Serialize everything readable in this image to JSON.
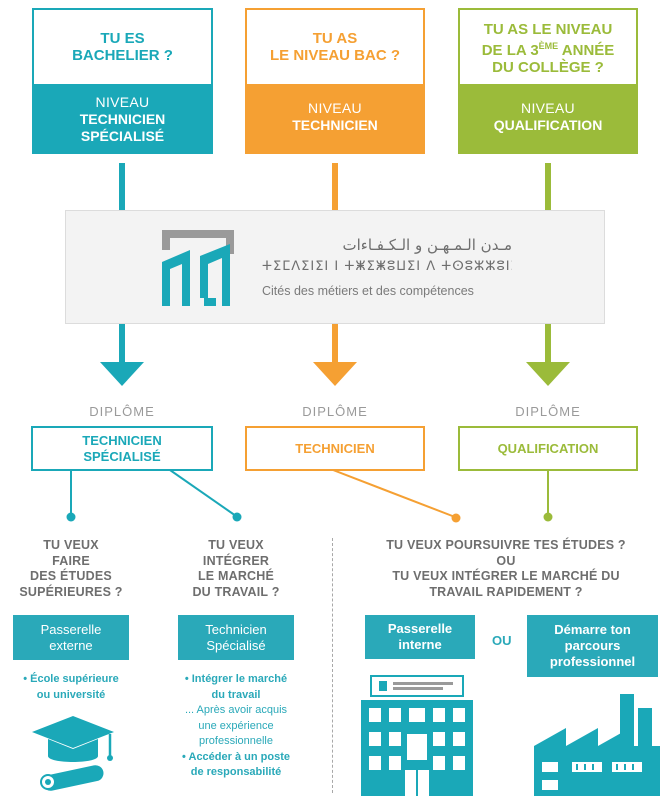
{
  "colors": {
    "teal": "#1aa8b8",
    "orange": "#f5a033",
    "green": "#9bbb3a",
    "grey_text": "#6e6e6e",
    "light_teal": "#2aa9b9"
  },
  "columns": [
    {
      "question": [
        "TU ES",
        "BACHELIER ?"
      ],
      "level_prefix": "NIVEAU",
      "level_name": [
        "TECHNICIEN",
        "SPÉCIALISÉ"
      ]
    },
    {
      "question": [
        "TU AS",
        "LE NIVEAU BAC ?"
      ],
      "level_prefix": "NIVEAU",
      "level_name": [
        "TECHNICIEN"
      ]
    },
    {
      "question": [
        "TU AS LE NIVEAU",
        "DE LA 3",
        "ÈME",
        " ANNÉE",
        "DU COLLÈGE ?"
      ],
      "level_prefix": "NIVEAU",
      "level_name": [
        "QUALIFICATION"
      ]
    }
  ],
  "logo": {
    "arabic": "مـدن الـمـهـن و الـكـفـاءات",
    "tifinagh": "ⵜⵉⵎⴷⵉⵏⵉⵏ ⵏ ⵜⵥⵉⵥⵓⵡⵉⵏ ⴷ ⵜⵙⵓⵣⵣⵓⵏⵉⵏ",
    "french": "Cités des métiers et des compétences"
  },
  "diplomes": {
    "label": "DIPLÔME",
    "col1": [
      "TECHNICIEN",
      "SPÉCIALISÉ"
    ],
    "col2": "TECHNICIEN",
    "col3": "QUALIFICATION"
  },
  "left": {
    "q1": [
      "TU VEUX",
      "FAIRE",
      "DES ÉTUDES",
      "SUPÉRIEURES ?"
    ],
    "q2": [
      "TU VEUX",
      "INTÉGRER",
      "LE MARCHÉ",
      "DU TRAVAIL ?"
    ],
    "btn1": [
      "Passerelle",
      "externe"
    ],
    "btn2": [
      "Technicien",
      "Spécialisé"
    ],
    "note1": [
      "• École supérieure",
      "ou université"
    ],
    "note2_a": [
      "• Intégrer le marché",
      "du travail"
    ],
    "note2_b": [
      "... Après avoir acquis",
      "une expérience",
      "professionnelle"
    ],
    "note2_c": [
      "• Accéder à un poste",
      "de responsabilité"
    ]
  },
  "right": {
    "q": [
      "TU VEUX POURSUIVRE TES ÉTUDES ?",
      "OU",
      "TU VEUX INTÉGRER LE MARCHÉ DU",
      "TRAVAIL RAPIDEMENT ?"
    ],
    "btn1": [
      "Passerelle",
      "interne"
    ],
    "ou": "OU",
    "btn2": [
      "Démarre ton",
      "parcours",
      "professionnel"
    ]
  }
}
